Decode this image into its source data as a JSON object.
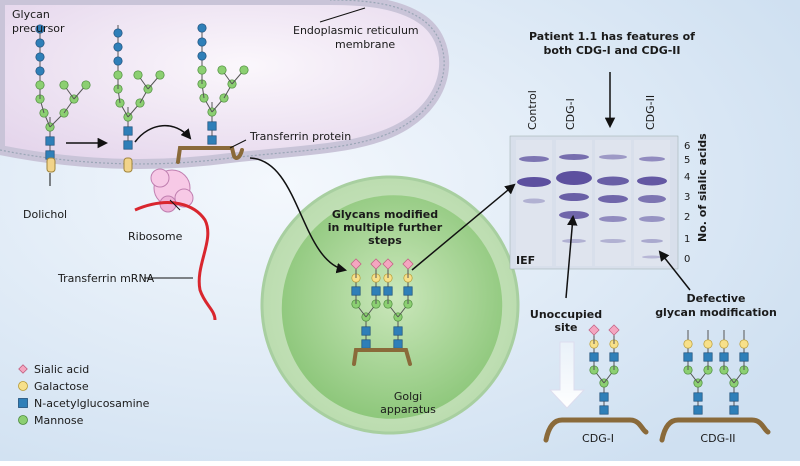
{
  "colors": {
    "sialic_acid": "#f4a6c0",
    "galactose": "#f7e08a",
    "glcnac": "#2f7fb8",
    "mannose": "#8ccf72",
    "mrna": "#d9262e",
    "protein": "#8a6a3a"
  },
  "labels": {
    "glycan_precursor_1": "Glycan",
    "glycan_precursor_2": "precursor",
    "er_membrane_1": "Endoplasmic reticulum",
    "er_membrane_2": "membrane",
    "dolichol": "Dolichol",
    "transferrin_protein": "Transferrin protein",
    "ribosome": "Ribosome",
    "transferrin_mrna": "Transferrin mRNA",
    "glycans_modified_1": "Glycans modified",
    "glycans_modified_2": "in multiple further",
    "glycans_modified_3": "steps",
    "golgi_1": "Golgi",
    "golgi_2": "apparatus",
    "patient_1": "Patient 1.1 has features of",
    "patient_2": "both CDG-I and CDG-II",
    "unoccupied_1": "Unoccupied",
    "unoccupied_2": "site",
    "defective_1": "Defective",
    "defective_2": "glycan modification",
    "cdg1": "CDG-I",
    "cdg2": "CDG-II"
  },
  "gel": {
    "method": "IEF",
    "lanes": [
      "Control",
      "CDG-I",
      "",
      "CDG-II"
    ],
    "axis_label": "No. of sialic acids",
    "ticks": [
      "6",
      "5",
      "4",
      "3",
      "2",
      "1",
      "0"
    ]
  },
  "legend": [
    {
      "label": "Sialic acid",
      "icon": "diamond"
    },
    {
      "label": "Galactose",
      "icon": "circle-yellow"
    },
    {
      "label": "N-acetylglucosamine",
      "icon": "square-blue"
    },
    {
      "label": "Mannose",
      "icon": "circle-green"
    }
  ]
}
